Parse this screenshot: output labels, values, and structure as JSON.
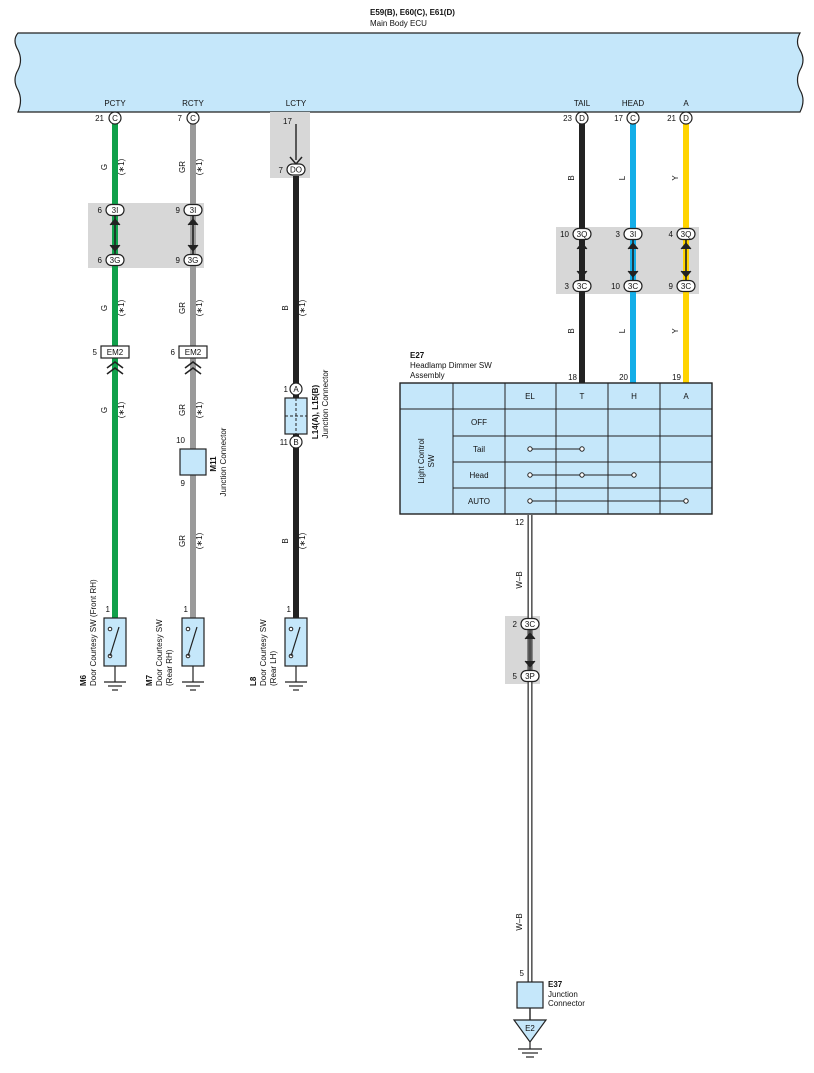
{
  "ecu": {
    "id": "E59(B), E60(C), E61(D)",
    "name": "Main Body ECU",
    "terminals": [
      {
        "name": "PCTY",
        "pin": "21",
        "conn": "C"
      },
      {
        "name": "RCTY",
        "pin": "7",
        "conn": "C"
      },
      {
        "name": "LCTY",
        "pin": "17"
      },
      {
        "name": "TAIL",
        "pin": "23",
        "conn": "D"
      },
      {
        "name": "HEAD",
        "pin": "17",
        "conn": "C"
      },
      {
        "name": "A",
        "pin": "21",
        "conn": "D"
      }
    ]
  },
  "wires": {
    "g": "G",
    "gr": "GR",
    "b": "B",
    "l": "L",
    "y": "Y",
    "wb": "W–B",
    "note": "(∗1)"
  },
  "colors": {
    "ecu_fill": "#c5e7fa",
    "green": "#10a04a",
    "gray": "#9a9a9a",
    "black": "#222222",
    "blue": "#14aee8",
    "yellow": "#ffd400",
    "shade": "#d7d7d7",
    "component_fill": "#c5e7fa"
  },
  "junctions": {
    "pcty": {
      "top_pin": "6",
      "top_conn": "3I",
      "bot_pin": "6",
      "bot_conn": "3G"
    },
    "rcty": {
      "top_pin": "9",
      "top_conn": "3I",
      "bot_pin": "9",
      "bot_conn": "3G"
    },
    "lcty": {
      "pin": "7",
      "conn": "DO"
    },
    "tail": {
      "top_pin": "10",
      "top_conn": "3Q",
      "bot_pin": "3",
      "bot_conn": "3C"
    },
    "head": {
      "top_pin": "3",
      "top_conn": "3I",
      "bot_pin": "10",
      "bot_conn": "3C"
    },
    "a": {
      "top_pin": "4",
      "top_conn": "3Q",
      "bot_pin": "9",
      "bot_conn": "3C"
    },
    "wb": {
      "top_pin": "2",
      "top_conn": "3C",
      "bot_pin": "5",
      "bot_conn": "3P"
    }
  },
  "em2": [
    {
      "pin": "5",
      "label": "EM2"
    },
    {
      "pin": "6",
      "label": "EM2"
    }
  ],
  "m11": {
    "id": "M11",
    "name": "Junction Connector",
    "pin_top": "10",
    "pin_bottom": "9"
  },
  "l14": {
    "id": "L14(A), L15(B)",
    "name": "Junction Connector",
    "pin_top": "1",
    "conn_top": "A",
    "pin_bottom": "11",
    "conn_bottom": "B"
  },
  "switches": [
    {
      "id": "M6",
      "name": "Door Courtesy SW (Front RH)",
      "pin": "1"
    },
    {
      "id": "M7",
      "name": "Door Courtesy SW",
      "name2": "(Rear RH)",
      "pin": "1"
    },
    {
      "id": "L8",
      "name": "Door Courtesy SW",
      "name2": "(Rear LH)",
      "pin": "1"
    }
  ],
  "dimmer": {
    "id": "E27",
    "name1": "Headlamp Dimmer SW",
    "name2": "Assembly",
    "pins": {
      "t": "18",
      "h": "20",
      "a": "19",
      "el": "12"
    },
    "columns": [
      "EL",
      "T",
      "H",
      "A"
    ],
    "rows": [
      "OFF",
      "Tail",
      "Head",
      "AUTO"
    ],
    "side_label1": "Light Control",
    "side_label2": "SW"
  },
  "e37": {
    "id": "E37",
    "name1": "Junction",
    "name2": "Connector",
    "pin": "5",
    "ground": "E2"
  }
}
